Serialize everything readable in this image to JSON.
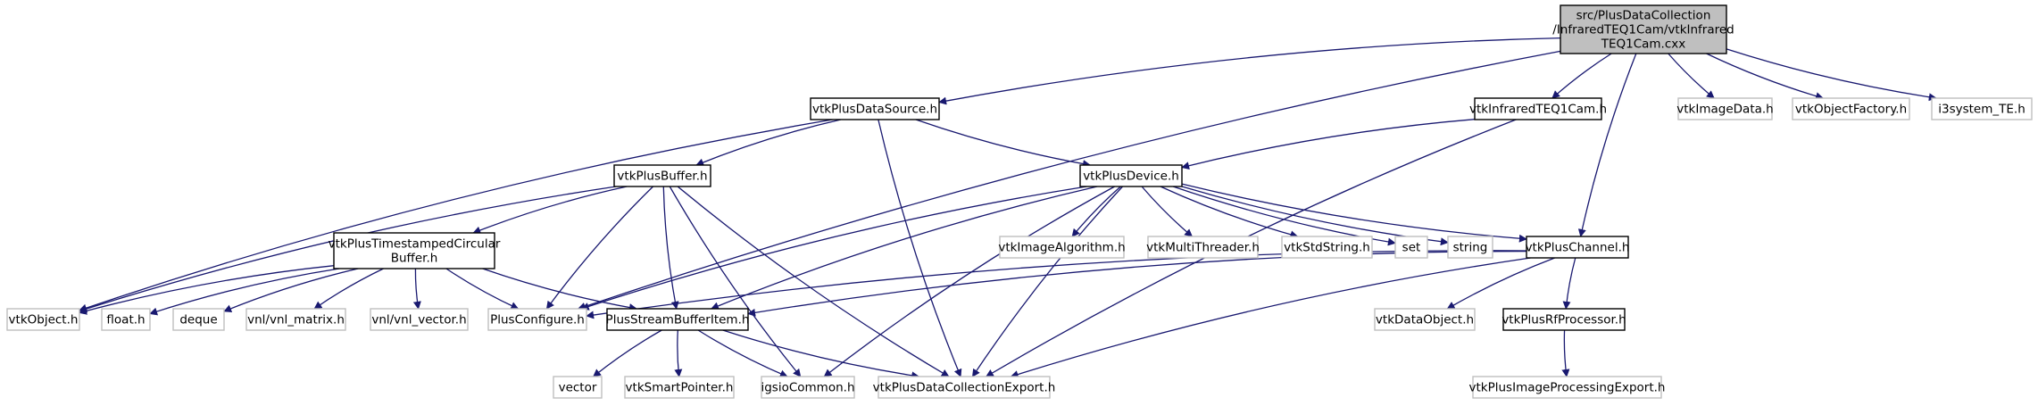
{
  "colors": {
    "edge": "#191970",
    "root_fill": "#bfbfbf",
    "box_border": "#000000",
    "external_border": "#bfbfbf",
    "background": "#ffffff"
  },
  "nodes": {
    "root": {
      "lines": [
        "src/PlusDataCollection",
        "/InfraredTEQ1Cam/vtkInfrared",
        "TEQ1Cam.cxx"
      ],
      "kind": "root"
    },
    "datasource": {
      "lines": [
        "vtkPlusDataSource.h"
      ],
      "kind": "file"
    },
    "infrared": {
      "lines": [
        "vtkInfraredTEQ1Cam.h"
      ],
      "kind": "file"
    },
    "imagedata": {
      "lines": [
        "vtkImageData.h"
      ],
      "kind": "external"
    },
    "objectfactory": {
      "lines": [
        "vtkObjectFactory.h"
      ],
      "kind": "external"
    },
    "i3system": {
      "lines": [
        "i3system_TE.h"
      ],
      "kind": "external"
    },
    "buffer": {
      "lines": [
        "vtkPlusBuffer.h"
      ],
      "kind": "file"
    },
    "device": {
      "lines": [
        "vtkPlusDevice.h"
      ],
      "kind": "file"
    },
    "circbuf": {
      "lines": [
        "vtkPlusTimestampedCircular",
        "Buffer.h"
      ],
      "kind": "file"
    },
    "imagealgorithm": {
      "lines": [
        "vtkImageAlgorithm.h"
      ],
      "kind": "external"
    },
    "multithreader": {
      "lines": [
        "vtkMultiThreader.h"
      ],
      "kind": "external"
    },
    "stdstring": {
      "lines": [
        "vtkStdString.h"
      ],
      "kind": "external"
    },
    "set": {
      "lines": [
        "set"
      ],
      "kind": "external"
    },
    "string": {
      "lines": [
        "string"
      ],
      "kind": "external"
    },
    "channel": {
      "lines": [
        "vtkPlusChannel.h"
      ],
      "kind": "file"
    },
    "object": {
      "lines": [
        "vtkObject.h"
      ],
      "kind": "external"
    },
    "float": {
      "lines": [
        "float.h"
      ],
      "kind": "external"
    },
    "deque": {
      "lines": [
        "deque"
      ],
      "kind": "external"
    },
    "vnlmatrix": {
      "lines": [
        "vnl/vnl_matrix.h"
      ],
      "kind": "external"
    },
    "vnlvector": {
      "lines": [
        "vnl/vnl_vector.h"
      ],
      "kind": "external"
    },
    "plusconfigure": {
      "lines": [
        "PlusConfigure.h"
      ],
      "kind": "external"
    },
    "streambufferitem": {
      "lines": [
        "PlusStreamBufferItem.h"
      ],
      "kind": "file"
    },
    "dataobject": {
      "lines": [
        "vtkDataObject.h"
      ],
      "kind": "external"
    },
    "rfprocessor": {
      "lines": [
        "vtkPlusRfProcessor.h"
      ],
      "kind": "file"
    },
    "vector": {
      "lines": [
        "vector"
      ],
      "kind": "external"
    },
    "smartpointer": {
      "lines": [
        "vtkSmartPointer.h"
      ],
      "kind": "external"
    },
    "igsiocommon": {
      "lines": [
        "igsioCommon.h"
      ],
      "kind": "external"
    },
    "dcexport": {
      "lines": [
        "vtkPlusDataCollectionExport.h"
      ],
      "kind": "external"
    },
    "ipexport": {
      "lines": [
        "vtkPlusImageProcessingExport.h"
      ],
      "kind": "external"
    }
  },
  "edges": [
    [
      "root",
      "datasource"
    ],
    [
      "root",
      "infrared"
    ],
    [
      "root",
      "imagedata"
    ],
    [
      "root",
      "objectfactory"
    ],
    [
      "root",
      "i3system"
    ],
    [
      "root",
      "plusconfigure"
    ],
    [
      "root",
      "channel"
    ],
    [
      "datasource",
      "buffer"
    ],
    [
      "datasource",
      "device"
    ],
    [
      "datasource",
      "object"
    ],
    [
      "datasource",
      "dcexport"
    ],
    [
      "infrared",
      "device"
    ],
    [
      "infrared",
      "dcexport"
    ],
    [
      "buffer",
      "circbuf"
    ],
    [
      "buffer",
      "object"
    ],
    [
      "buffer",
      "plusconfigure"
    ],
    [
      "buffer",
      "streambufferitem"
    ],
    [
      "buffer",
      "igsiocommon"
    ],
    [
      "buffer",
      "dcexport"
    ],
    [
      "device",
      "imagealgorithm"
    ],
    [
      "device",
      "multithreader"
    ],
    [
      "device",
      "stdstring"
    ],
    [
      "device",
      "set"
    ],
    [
      "device",
      "string"
    ],
    [
      "device",
      "channel"
    ],
    [
      "device",
      "plusconfigure"
    ],
    [
      "device",
      "streambufferitem"
    ],
    [
      "device",
      "igsiocommon"
    ],
    [
      "device",
      "dcexport"
    ],
    [
      "circbuf",
      "object"
    ],
    [
      "circbuf",
      "float"
    ],
    [
      "circbuf",
      "deque"
    ],
    [
      "circbuf",
      "vnlmatrix"
    ],
    [
      "circbuf",
      "vnlvector"
    ],
    [
      "circbuf",
      "plusconfigure"
    ],
    [
      "circbuf",
      "streambufferitem"
    ],
    [
      "channel",
      "plusconfigure"
    ],
    [
      "channel",
      "streambufferitem"
    ],
    [
      "channel",
      "dataobject"
    ],
    [
      "channel",
      "rfprocessor"
    ],
    [
      "channel",
      "dcexport"
    ],
    [
      "rfprocessor",
      "ipexport"
    ],
    [
      "streambufferitem",
      "vector"
    ],
    [
      "streambufferitem",
      "smartpointer"
    ],
    [
      "streambufferitem",
      "igsiocommon"
    ],
    [
      "streambufferitem",
      "dcexport"
    ]
  ]
}
